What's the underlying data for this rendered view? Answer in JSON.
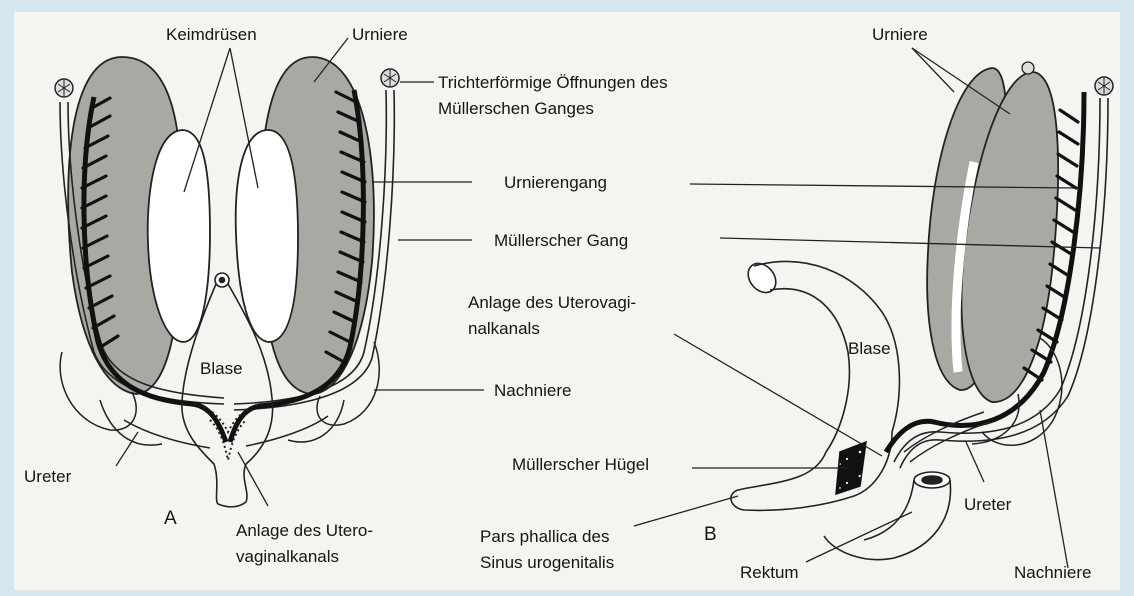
{
  "figure_a": {
    "panel_letter": "A",
    "labels": {
      "keimdruesen": "Keimdrüsen",
      "urniere": "Urniere",
      "trichter_line1": "Trichterförmige Öffnungen des",
      "trichter_line2": "Müllerschen Ganges",
      "blase": "Blase",
      "nachniere": "Nachniere",
      "ureter": "Ureter",
      "anlage_line1": "Anlage des Utero-",
      "anlage_line2": "vaginalkanals"
    }
  },
  "middle_labels": {
    "urnierengang": "Urnierengang",
    "muellerscher_gang": "Müllerscher Gang",
    "anlage_b_line1": "Anlage des Uterovagi-",
    "anlage_b_line2": "nalkanals",
    "muellerscher_huegel": "Müllerscher Hügel",
    "pars_line1": "Pars phallica des",
    "pars_line2": "Sinus urogenitalis"
  },
  "figure_b": {
    "panel_letter": "B",
    "labels": {
      "urniere": "Urniere",
      "blase": "Blase",
      "ureter": "Ureter",
      "rektum": "Rektum",
      "nachniere": "Nachniere"
    }
  },
  "colors": {
    "page_border": "#d5e6ee",
    "figure_background": "#f4f4f1",
    "kidney_fill": "#a9a9a4",
    "ink": "#151515"
  }
}
